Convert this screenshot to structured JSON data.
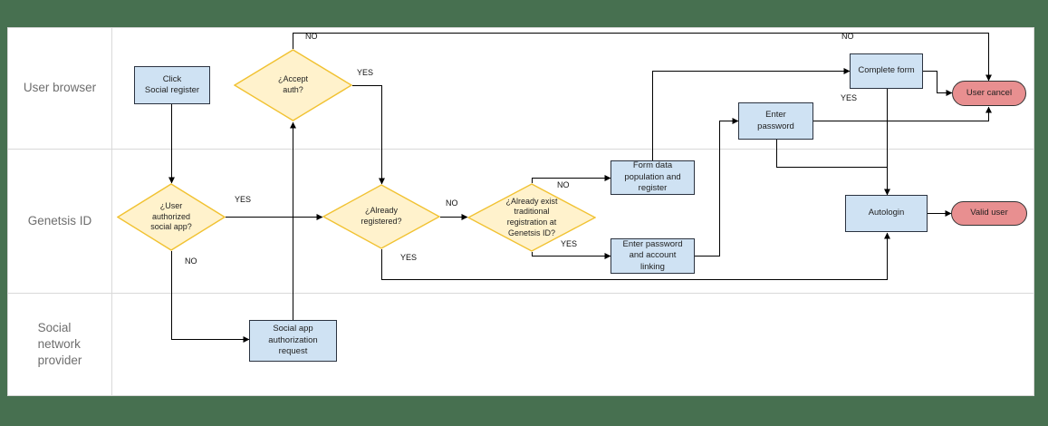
{
  "lanes": [
    {
      "label": "User browser"
    },
    {
      "label": "Genetsis ID"
    },
    {
      "label": "Social\nnetwork\nprovider"
    }
  ],
  "nodes": {
    "click_social_register": "Click\nSocial register",
    "accept_auth": "¿Accept\nauth?",
    "user_authorized": "¿User\nauthorized\nsocial app?",
    "already_registered": "¿Already\nregistered?",
    "already_exist": "¿Already exist\ntraditional\nregistration at\nGenetsis ID?",
    "form_data": "Form data\npopulation and\nregister",
    "enter_linking": "Enter password\nand account\nlinking",
    "enter_password": "Enter\npassword",
    "complete_form": "Complete form",
    "user_cancel": "User cancel",
    "autologin": "Autologin",
    "valid_user": "Valid user",
    "social_app_request": "Social app\nauthorization\nrequest"
  },
  "edge_labels": {
    "accept_auth_no_top": "NO",
    "user_cancel_no_top": "NO",
    "accept_auth_yes": "YES",
    "user_authorized_yes": "YES",
    "user_authorized_no": "NO",
    "already_registered_no": "NO",
    "already_registered_yes": "YES",
    "already_exist_no": "NO",
    "already_exist_yes": "YES",
    "complete_form_yes": "YES"
  },
  "colors": {
    "background": "#477050",
    "page": "#ffffff",
    "lane_border": "#d9d9d9",
    "process_fill": "#cfe2f3",
    "process_border": "#2b3340",
    "decision_fill": "#fff2cc",
    "decision_border": "#f1c232",
    "terminator_fill": "#e88f90",
    "connector": "#000000",
    "lane_label_text": "#6e6e6e"
  }
}
